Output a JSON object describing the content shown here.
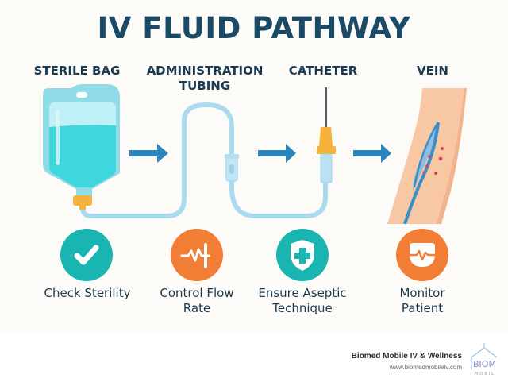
{
  "title": "IV FLUID PATHWAY",
  "stages": [
    {
      "label_line1": "STERILE BAG",
      "label_line2": "",
      "icon": "iv-bag-icon"
    },
    {
      "label_line1": "ADMINISTRATION",
      "label_line2": "TUBING",
      "icon": "tubing-icon"
    },
    {
      "label_line1": "CATHETER",
      "label_line2": "",
      "icon": "catheter-icon"
    },
    {
      "label_line1": "VEIN",
      "label_line2": "",
      "icon": "arm-vein-icon"
    }
  ],
  "tips": [
    {
      "line1": "Check Sterility",
      "line2": "",
      "icon": "checkmark-icon",
      "color": "#19b5b0"
    },
    {
      "line1": "Control Flow",
      "line2": "Rate",
      "icon": "pulse-icon",
      "color": "#f27d35"
    },
    {
      "line1": "Ensure Aseptic",
      "line2": "Technique",
      "icon": "shield-cross-icon",
      "color": "#19b5b0"
    },
    {
      "line1": "Monitor",
      "line2": "Patient",
      "icon": "heart-monitor-icon",
      "color": "#f27d35"
    }
  ],
  "colors": {
    "title": "#1b4a66",
    "arrow": "#2a86bb",
    "teal": "#19b5b0",
    "orange": "#f27d35",
    "fluid": "#3fd6dd",
    "skin": "#f8c7a3"
  },
  "footer": {
    "brand_name": "Biomed Mobile IV & Wellness",
    "url": "www.biomedmobileiv.com",
    "logo_text_top": "BIOM",
    "logo_text_bottom": "MOBIL"
  }
}
